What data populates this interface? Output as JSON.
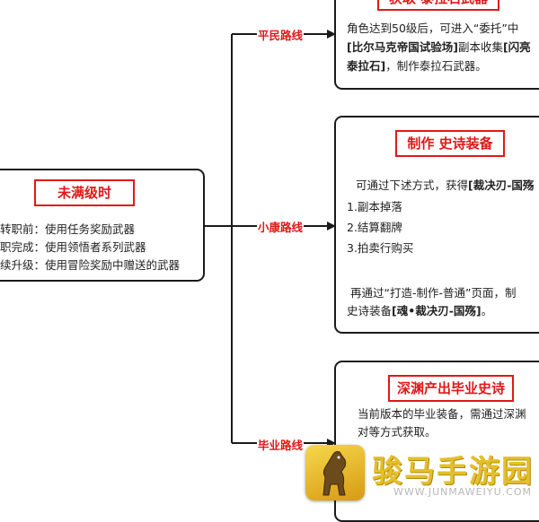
{
  "left_box": {
    "title": "未满级时",
    "lines": [
      "转职前：使用任务奖励武器",
      "职完成：使用领悟者系列武器",
      "续升级：使用冒险奖励中赠送的武器"
    ]
  },
  "routes": {
    "commoner": "平民路线",
    "moderate": "小康路线",
    "graduate": "毕业路线"
  },
  "box_top": {
    "title": "获取 泰拉石武器",
    "line1": "角色达到50级后，可进入“委托”中",
    "line2_bold": "[比尔马克帝国试验场]",
    "line2_rest": "副本收集",
    "line2_tail": "[闪亮",
    "line3_bold": "泰拉石]",
    "line3_rest": "，制作泰拉石武器。"
  },
  "box_mid": {
    "title": "制作 史诗装备",
    "intro": "可通过下述方式，获得",
    "intro_bold": "[裁决刃-国殇",
    "items": [
      "1.副本掉落",
      "2.结算翻牌",
      "3.拍卖行购买"
    ],
    "outro": "再通过“打造-制作-普通”页面，制",
    "outro2_pre": "史诗装备",
    "outro2_bold": "[魂•裁决刃-国殇]",
    "outro2_end": "。"
  },
  "box_bottom": {
    "title": "深渊产出毕业史诗",
    "line1": "当前版本的毕业装备，需通过深渊",
    "line2": "对等方式获取。"
  },
  "watermark": {
    "name": "骏马手游园",
    "url": "WWW.JUNMAWEIYU.COM"
  }
}
